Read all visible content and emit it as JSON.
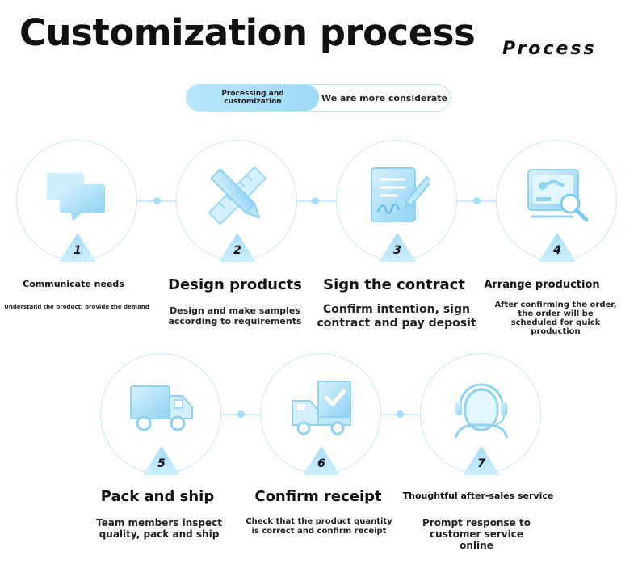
{
  "header": {
    "title": "Customization process",
    "subtitle": "Process"
  },
  "tabs": {
    "active_line1": "Processing and",
    "active_line2": "customization",
    "inactive": "We are more considerate"
  },
  "steps": [
    {
      "number": "1",
      "label": "Communicate needs",
      "desc": "Understand the product, provide the demand",
      "icon": "chat-bubbles-icon"
    },
    {
      "number": "2",
      "label": "Design products",
      "desc": "Design and make samples according to requirements",
      "icon": "pencil-ruler-icon"
    },
    {
      "number": "3",
      "label": "Sign the contract",
      "desc": "Confirm intention, sign contract and pay deposit",
      "icon": "contract-signature-icon"
    },
    {
      "number": "4",
      "label": "Arrange production",
      "desc": "After confirming the order, the order will be scheduled for quick production",
      "icon": "production-monitor-icon"
    },
    {
      "number": "5",
      "label": "Pack and ship",
      "desc": "Team members inspect quality, pack and ship",
      "icon": "delivery-truck-icon"
    },
    {
      "number": "6",
      "label": "Confirm receipt",
      "desc": "Check that the product quantity is correct and confirm receipt",
      "icon": "truck-check-icon"
    },
    {
      "number": "7",
      "label": "Thoughtful after-sales service",
      "desc": "Prompt response to customer service online",
      "icon": "headset-agent-icon"
    }
  ],
  "colors": {
    "accent": "#a9dcf5",
    "circle_border": "#c8e8f7",
    "text": "#111111"
  }
}
